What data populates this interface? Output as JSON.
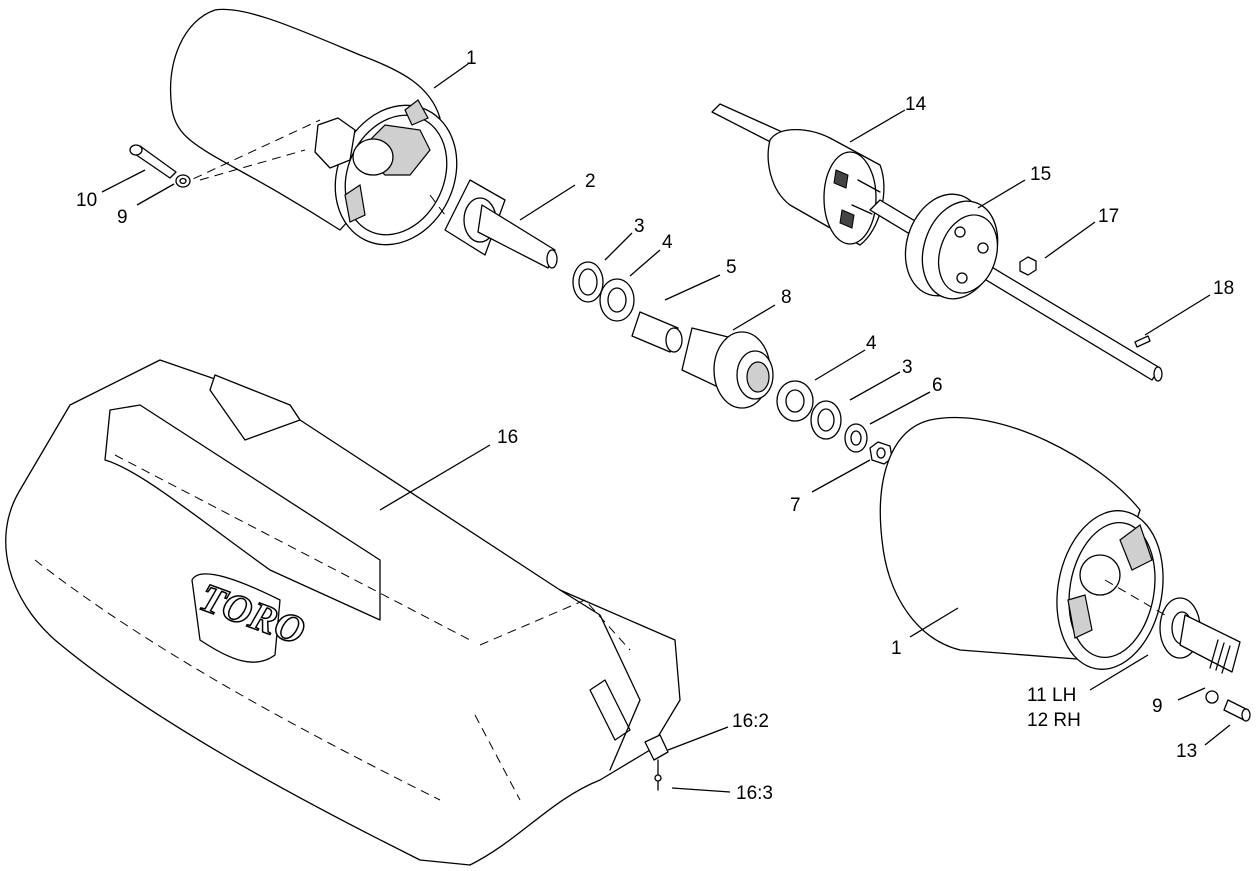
{
  "callouts": [
    {
      "id": "c1a",
      "text": "1"
    },
    {
      "id": "c10",
      "text": "10"
    },
    {
      "id": "c9a",
      "text": "9"
    },
    {
      "id": "c2",
      "text": "2"
    },
    {
      "id": "c3a",
      "text": "3"
    },
    {
      "id": "c4a",
      "text": "4"
    },
    {
      "id": "c5",
      "text": "5"
    },
    {
      "id": "c8",
      "text": "8"
    },
    {
      "id": "c14",
      "text": "14"
    },
    {
      "id": "c15",
      "text": "15"
    },
    {
      "id": "c17",
      "text": "17"
    },
    {
      "id": "c18",
      "text": "18"
    },
    {
      "id": "c16",
      "text": "16"
    },
    {
      "id": "c4b",
      "text": "4"
    },
    {
      "id": "c3b",
      "text": "3"
    },
    {
      "id": "c6",
      "text": "6"
    },
    {
      "id": "c7",
      "text": "7"
    },
    {
      "id": "c1b",
      "text": "1"
    },
    {
      "id": "c11",
      "text": "11 LH"
    },
    {
      "id": "c12",
      "text": "12 RH"
    },
    {
      "id": "c9b",
      "text": "9"
    },
    {
      "id": "c13",
      "text": "13"
    },
    {
      "id": "c162",
      "text": "16:2"
    },
    {
      "id": "c163",
      "text": "16:3"
    }
  ],
  "logo": {
    "text": "TORO"
  }
}
